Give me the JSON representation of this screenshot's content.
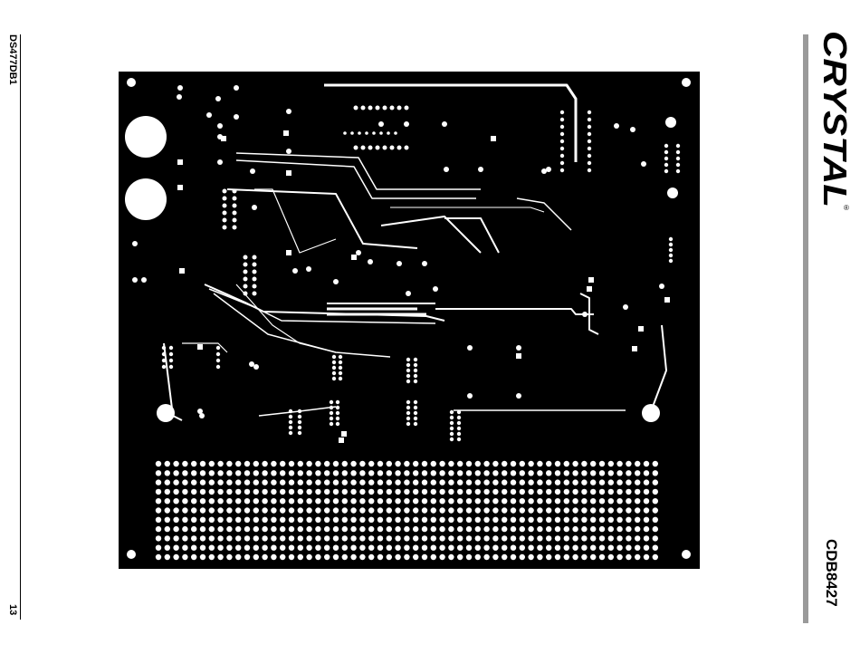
{
  "document": {
    "doc_id": "DS477DB1",
    "page_number": "13",
    "product_name": "CDB8427",
    "logo_text": "CRYSTAL",
    "registered_mark": "®"
  },
  "figure": {
    "kind": "pcb-layout-bottom-side",
    "colors": {
      "board": "#000000",
      "copper": "#ffffff",
      "accent_bar": "#9a9a9a"
    }
  }
}
